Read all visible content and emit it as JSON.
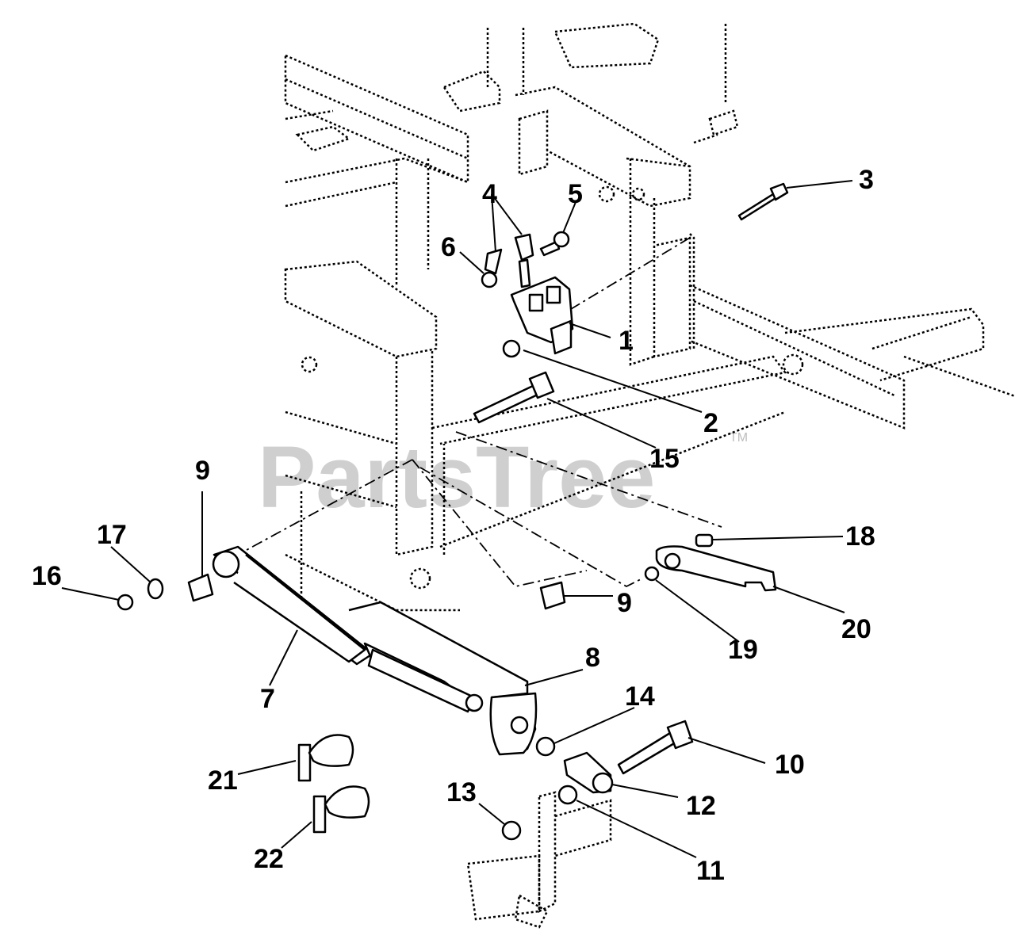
{
  "watermark": {
    "text": "PartsTree",
    "trademark": "TM"
  },
  "callouts": [
    {
      "id": "c1",
      "label": "1"
    },
    {
      "id": "c2",
      "label": "2"
    },
    {
      "id": "c3",
      "label": "3"
    },
    {
      "id": "c4",
      "label": "4"
    },
    {
      "id": "c5",
      "label": "5"
    },
    {
      "id": "c6",
      "label": "6"
    },
    {
      "id": "c7",
      "label": "7"
    },
    {
      "id": "c8",
      "label": "8"
    },
    {
      "id": "c9a",
      "label": "9"
    },
    {
      "id": "c9b",
      "label": "9"
    },
    {
      "id": "c10",
      "label": "10"
    },
    {
      "id": "c11",
      "label": "11"
    },
    {
      "id": "c12",
      "label": "12"
    },
    {
      "id": "c13",
      "label": "13"
    },
    {
      "id": "c14",
      "label": "14"
    },
    {
      "id": "c15",
      "label": "15"
    },
    {
      "id": "c16",
      "label": "16"
    },
    {
      "id": "c17",
      "label": "17"
    },
    {
      "id": "c18",
      "label": "18"
    },
    {
      "id": "c19",
      "label": "19"
    },
    {
      "id": "c20",
      "label": "20"
    },
    {
      "id": "c21",
      "label": "21"
    },
    {
      "id": "c22",
      "label": "22"
    }
  ]
}
